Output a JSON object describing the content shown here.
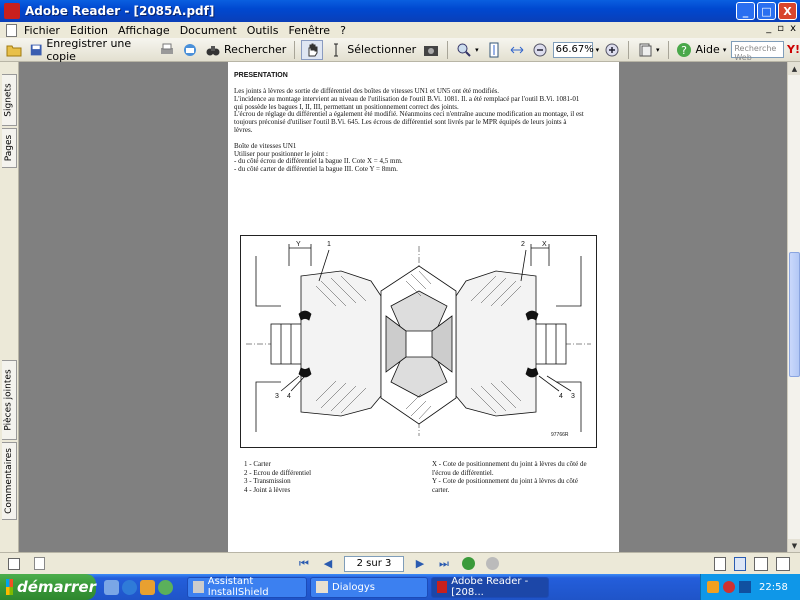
{
  "window": {
    "title": "Adobe Reader - [2085A.pdf]",
    "btn_min": "_",
    "btn_max": "□",
    "btn_close": "X"
  },
  "menu": {
    "items": [
      "Fichier",
      "Edition",
      "Affichage",
      "Document",
      "Outils",
      "Fenêtre",
      "?"
    ],
    "right_min": "_",
    "right_restore": "▫",
    "right_close": "x"
  },
  "toolbar": {
    "save_label": "Enregistrer une copie",
    "search_label": "Rechercher",
    "select_label": "Sélectionner",
    "zoom_value": "66.67%",
    "help_label": "Aide",
    "web_search_placeholder": "Recherche Web"
  },
  "sidetabs": {
    "signets": "Signets",
    "pages": "Pages",
    "pieces": "Pièces jointes",
    "commentaires": "Commentaires"
  },
  "document": {
    "heading": "PRESENTATION",
    "p1": "Les joints à lèvres de sortie de différentiel des boîtes de vitesses UN1 et UN5 ont été modifiés.",
    "p2": "L'incidence au montage intervient au niveau de l'utilisation de l'outil B.Vi. 1081. Il. a été remplacé par l'outil B.Vi. 1081-01 qui possède les bagues I, II, III, permettant un positionnement correct des joints.",
    "p3": "L'écrou de réglage du différentiel a également été modifié. Néanmoins ceci n'entraîne aucune modification au montage, il est toujours préconisé d'utiliser l'outil B.Vi. 645. Les écrous de différentiel sont livrés par le MPR équipés de leurs joints à lèvres.",
    "p4": "Boîte de vitesses UN1",
    "p5": "Utiliser pour positionner le joint :",
    "p6": "-    du côté écrou de différentiel la bague II. Cote X = 4,5 mm.",
    "p7": "-    du côté carter de différentiel la bague III. Cote Y = 8mm.",
    "fig_ref": "97766R",
    "fig_labels": {
      "y": "Y",
      "x": "X",
      "n1": "1",
      "n2": "2",
      "n3": "3",
      "n4": "4"
    },
    "legend_left": [
      "1   -  Carter",
      "2   -  Ecrou de différentiel",
      "3   -  Transmission",
      "4   -  Joint à lèvres"
    ],
    "legend_right": [
      "X  -  Cote de positionnement du joint à lèvres du côté de l'écrou de différentiel.",
      "Y  -  Cote de positionnement du joint à lèvres du côté carter."
    ]
  },
  "statusbar": {
    "page_indicator": "2 sur 3"
  },
  "taskbar": {
    "start_label": "démarrer",
    "tasks": [
      "Assistant InstallShield",
      "Dialogys",
      "Adobe Reader - [208..."
    ],
    "clock": "22:58"
  }
}
